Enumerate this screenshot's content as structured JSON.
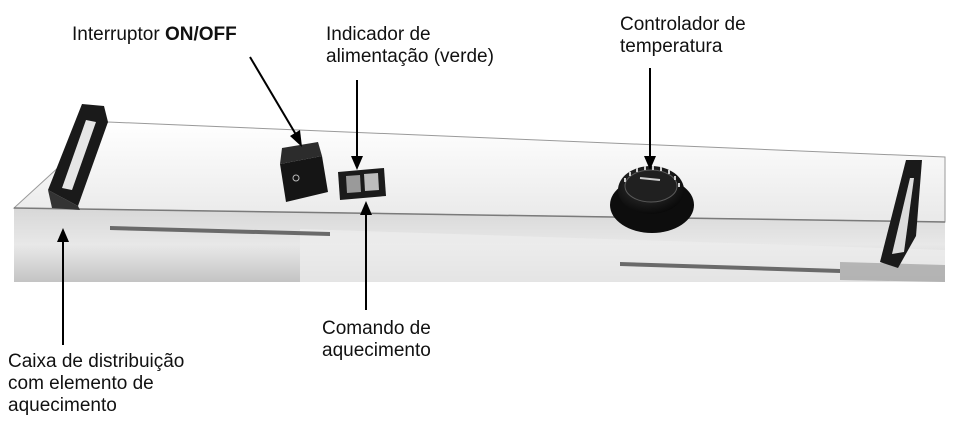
{
  "labels": {
    "switch": {
      "text": "Interruptor ",
      "bold": "ON/OFF"
    },
    "power_indicator": {
      "line1": "Indicador de",
      "line2": "alimentação (verde)"
    },
    "temperature_controller": {
      "line1": "Controlador de",
      "line2": "temperatura"
    },
    "heating_command": {
      "line1": "Comando de",
      "line2": "aquecimento"
    },
    "distribution_box": {
      "line1": "Caixa de distribuição",
      "line2": "com elemento de",
      "line3": "aquecimento"
    }
  },
  "colors": {
    "steel_light": "#f2f2f2",
    "steel_mid": "#c8c8c8",
    "steel_dark": "#8a8a8a",
    "knob": "#141414",
    "text": "#111111"
  }
}
